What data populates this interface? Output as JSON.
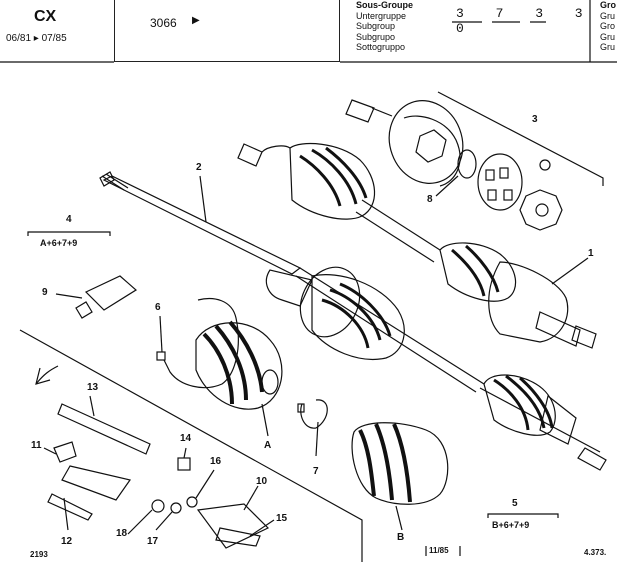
{
  "header": {
    "model": "CX",
    "dates": "06/81 ▸ 07/85",
    "ref_code": "3066",
    "ref_arrow": "▶",
    "subgroup_labels": [
      "Sous-Groupe",
      "Untergruppe",
      "Subgroup",
      "Subgrupo",
      "Sottogruppo"
    ],
    "group_number": "3 7 3 3 0",
    "group_labels": [
      "Gro",
      "Gru",
      "Gro",
      "Gru",
      "Gru"
    ]
  },
  "callouts": {
    "c1": "1",
    "c2": "2",
    "c3": "3",
    "c4": "4",
    "c5": "5",
    "c6": "6",
    "c7": "7",
    "c8": "8",
    "c9": "9",
    "c10": "10",
    "c11": "11",
    "c12": "12",
    "c13": "13",
    "c14": "14",
    "c15": "15",
    "c16": "16",
    "c17": "17",
    "c18": "18",
    "cA": "A",
    "cB": "B"
  },
  "kits": {
    "kit4": "A+6+7+9",
    "kit5": "B+6+7+9"
  },
  "footer": {
    "left_code": "2193",
    "date_code": "11/85",
    "right_code": "4.373."
  }
}
